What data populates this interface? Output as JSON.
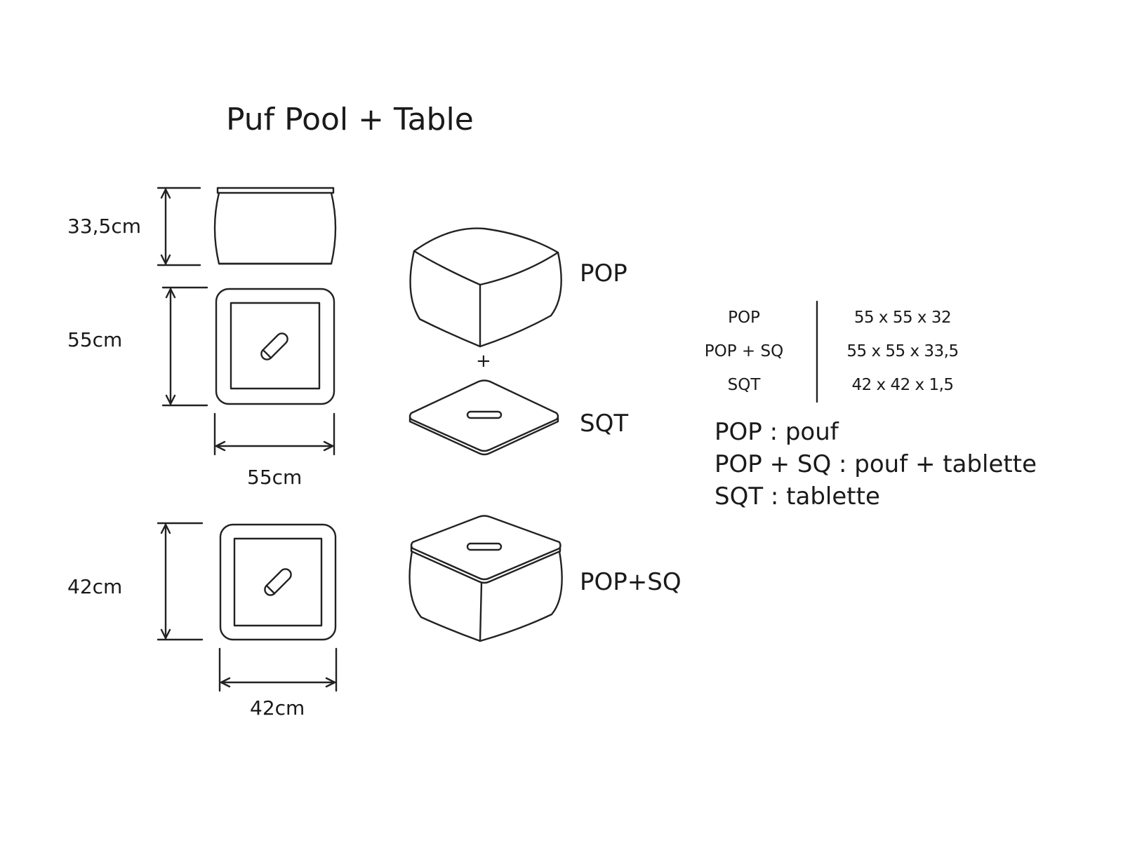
{
  "title": "Puf Pool + Table",
  "dimensions": {
    "height_pop_sq": "33,5cm",
    "depth_pop": "55cm",
    "width_pop": "55cm",
    "depth_sqt": "42cm",
    "width_sqt": "42cm"
  },
  "labels": {
    "pop": "POP",
    "plus": "+",
    "sqt": "SQT",
    "pop_sq": "POP+SQ"
  },
  "spec_table": {
    "rows": [
      {
        "name": "POP",
        "size": "55 x 55 x 32"
      },
      {
        "name": "POP + SQ",
        "size": "55 x 55 x 33,5"
      },
      {
        "name": "SQT",
        "size": "42 x 42 x 1,5"
      }
    ]
  },
  "legend": [
    "POP : pouf",
    "POP + SQ : pouf + tablette",
    "SQT : tablette"
  ]
}
